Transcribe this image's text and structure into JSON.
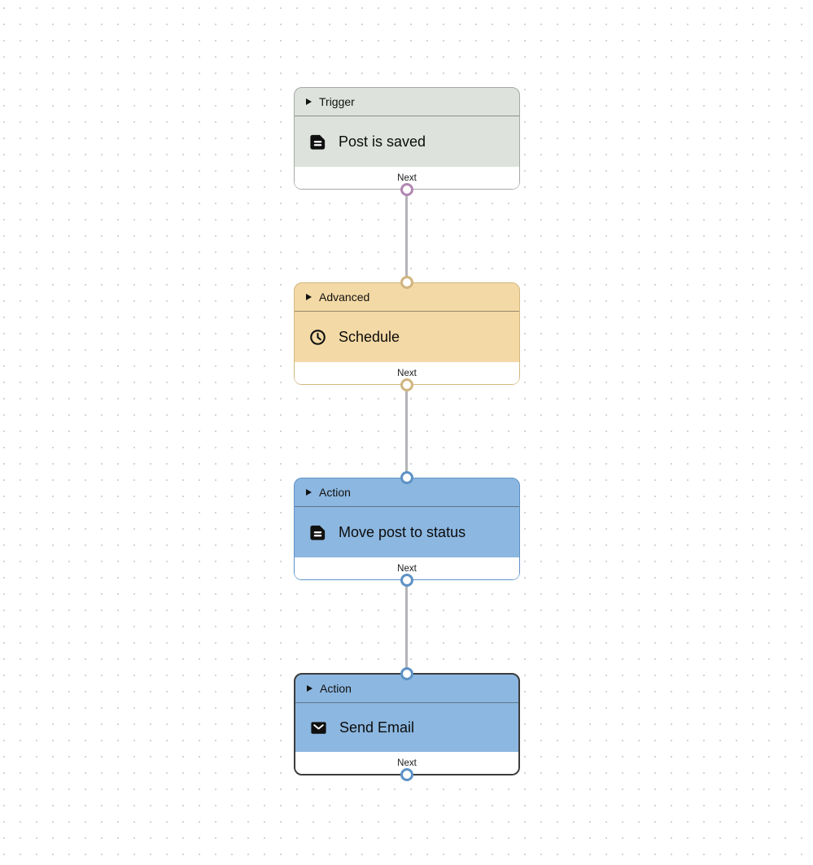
{
  "canvas": {
    "background_dot_color": "#d4d4d8",
    "connector_color": "#b4b4b8"
  },
  "workflow": {
    "nodes": [
      {
        "category": "Trigger",
        "label": "Post is saved",
        "icon": "document-icon",
        "next_label": "Next",
        "selected": false,
        "colors": {
          "bg": "#dde3dc",
          "border": "#a5a9a4",
          "port": "#b287b2"
        }
      },
      {
        "category": "Advanced",
        "label": "Schedule",
        "icon": "clock-icon",
        "next_label": "Next",
        "selected": false,
        "colors": {
          "bg": "#f3d9a5",
          "border": "#d3b87f",
          "port": "#d0b57f"
        }
      },
      {
        "category": "Action",
        "label": "Move post to status",
        "icon": "document-icon",
        "next_label": "Next",
        "selected": false,
        "colors": {
          "bg": "#8cb7e0",
          "border": "#5d92c6",
          "port": "#5d92c6"
        }
      },
      {
        "category": "Action",
        "label": "Send Email",
        "icon": "envelope-icon",
        "next_label": "Next",
        "selected": true,
        "colors": {
          "bg": "#8cb7e0",
          "border": "#3c3c3c",
          "port": "#5d92c6"
        }
      }
    ]
  }
}
